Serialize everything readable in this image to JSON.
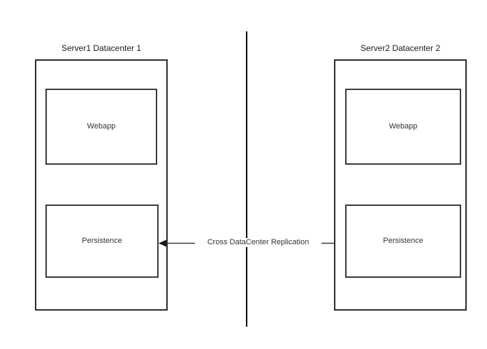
{
  "diagram": {
    "background_color": "#ffffff",
    "stroke_color": "#2b2b2b",
    "text_color": "#333333",
    "divider": {
      "name": "datacenter-boundary-line",
      "color": "#000000"
    },
    "nodes": [
      {
        "id": "server1",
        "title": "Server1 Datacenter 1",
        "children": [
          {
            "id": "webapp1",
            "label": "Webapp"
          },
          {
            "id": "persistence1",
            "label": "Persistence"
          }
        ]
      },
      {
        "id": "server2",
        "title": "Server2 Datacenter 2",
        "children": [
          {
            "id": "webapp2",
            "label": "Webapp"
          },
          {
            "id": "persistence2",
            "label": "Persistence"
          }
        ]
      }
    ],
    "connector": {
      "label": "Cross DataCenter Replication",
      "arrow_start": "arrowhead-left",
      "arrow_end": "arrowhead-right",
      "direction": "bidirectional"
    }
  }
}
